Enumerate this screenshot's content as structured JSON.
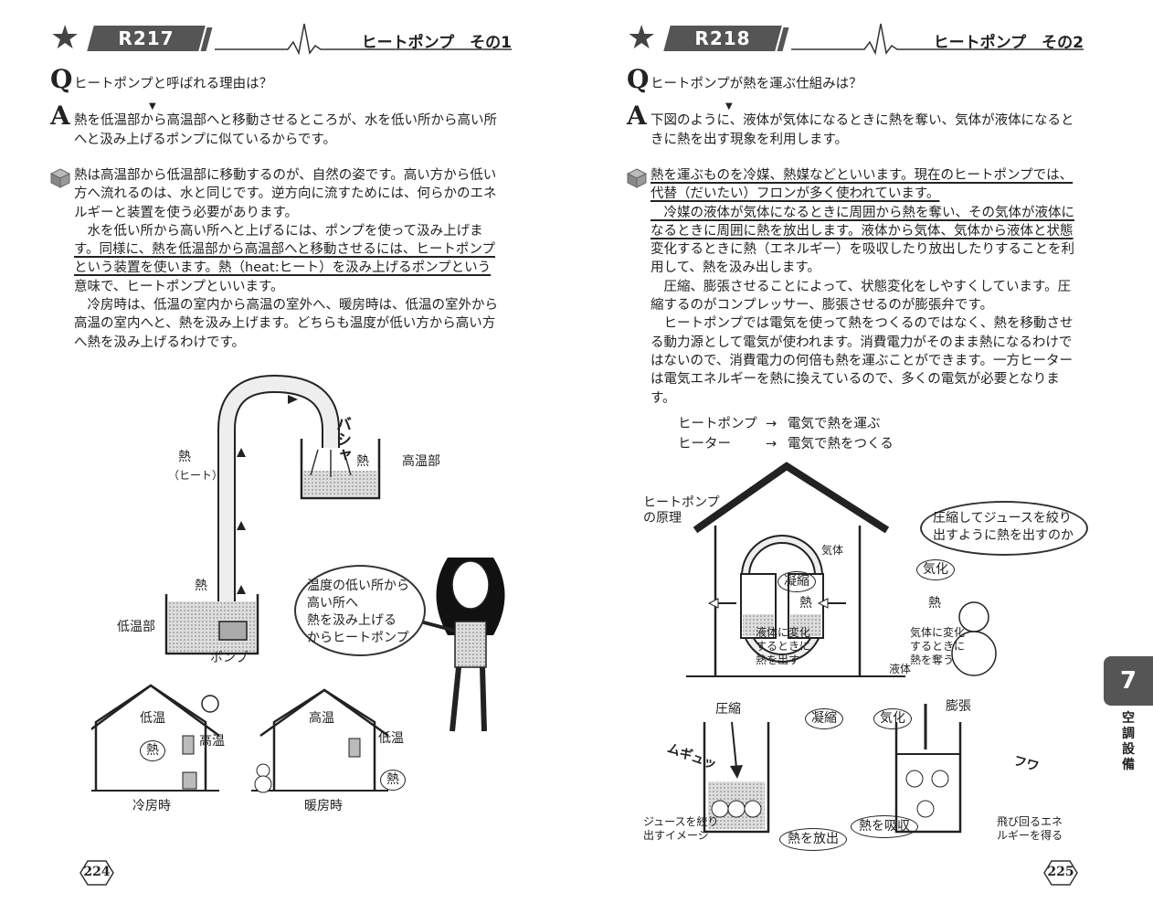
{
  "left": {
    "code": "R217",
    "title": "ヒートポンプ　その1",
    "q_label": "Q",
    "a_label": "A",
    "question": "ヒートポンプと呼ばれる理由は？",
    "answer_lines": [
      "熱を低温部から高温部へと移動させるところが、水を低い所から高い所",
      "へと汲み上げるポンプに似ているからです。"
    ],
    "body_lines": [
      "熱は高温部から低温部に移動するのが、自然の姿です。高い方から低い",
      "方へ流れるのは、水と同じです。逆方向に流すためには、何らかのエネ",
      "ルギーと装置を使う必要があります。",
      "　水を低い所から高い所へと上げるには、ポンプを使って汲み上げま",
      "す。同様に、熱を低温部から高温部へと移動させるには、ヒートポンプ",
      "という装置を使います。熱（heat:ヒート）を汲み上げるポンプという",
      "意味で、ヒートポンプといいます。",
      "　冷房時は、低温の室内から高温の室外へ、暖房時は、低温の室外から",
      "高温の室内へと、熱を汲み上げます。どちらも温度が低い方から高い方",
      "へ熱を汲み上げるわけです。"
    ],
    "diagram": {
      "heat": "熱",
      "heat_reading": "（ヒート）",
      "heat2": "熱",
      "heat3": "熱",
      "high_temp": "高温部",
      "low_temp": "低温部",
      "pump": "ポンプ",
      "splash": "バシャ",
      "bubble_lines": [
        "温度の低い所から",
        "高い所へ",
        "熱を汲み上げる",
        "からヒートポンプ"
      ],
      "cool_low": "低温",
      "cool_high": "高温",
      "cool_heat": "熱",
      "warm_high": "高温",
      "warm_low": "低温",
      "warm_heat": "熱",
      "cooling": "冷房時",
      "heating": "暖房時"
    },
    "page_number": "224"
  },
  "right": {
    "code": "R218",
    "title": "ヒートポンプ　その2",
    "q_label": "Q",
    "a_label": "A",
    "question": "ヒートポンプが熱を運ぶ仕組みは？",
    "answer_lines": [
      "下図のように、液体が気体になるときに熱を奪い、気体が液体になると",
      "きに熱を出す現象を利用します。"
    ],
    "body_lines": [
      "熱を運ぶものを冷媒、熱媒などといいます。現在のヒートポンプでは、",
      "代替（だいたい）フロンが多く使われています。",
      "　冷媒の液体が気体になるときに周囲から熱を奪い、その気体が液体に",
      "なるときに周囲に熱を放出します。液体から気体、気体から液体と状態",
      "変化するときに熱（エネルギー）を吸収したり放出したりすることを利",
      "用して、熱を汲み出します。",
      "　圧縮、膨張させることによって、状態変化をしやすくしています。圧",
      "縮するのがコンプレッサー、膨張させるのが膨張弁です。",
      "　ヒートポンプでは電気を使って熱をつくるのではなく、熱を移動させ",
      "る動力源として電気が使われます。消費電力がそのまま熱になるわけで",
      "はないので、消費電力の何倍も熱を運ぶことができます。一方ヒーター",
      "は電気エネルギーを熱に換えているので、多くの電気が必要となりま",
      "す。"
    ],
    "compare": [
      {
        "left": "ヒートポンプ",
        "arrow": "→",
        "right": "電気で熱を運ぶ"
      },
      {
        "left": "ヒーター",
        "arrow": "→",
        "right": "電気で熱をつくる"
      }
    ],
    "diagram": {
      "principle": [
        "ヒートポンプ",
        "の原理"
      ],
      "bubble_lines": [
        "圧縮してジュースを絞り",
        "出すように熱を出すのか"
      ],
      "gas": "気体",
      "liquid": "液体",
      "condense": "凝縮",
      "evaporate": "気化",
      "heat_out": "熱",
      "heat_in": "熱",
      "release_lines": [
        "液体に変化",
        "するときに",
        "熱を出す"
      ],
      "absorb_lines": [
        "気体に変化",
        "するときに",
        "熱を奪う"
      ],
      "compress": "圧縮",
      "condense2": "凝縮",
      "evaporate2": "気化",
      "expand": "膨張",
      "squeeze": "ムギュッ",
      "juice_lines": [
        "ジュースを絞り",
        "出すイメージ"
      ],
      "release_heat": "熱を放出",
      "absorb_heat": "熱を吸収",
      "fly_lines": [
        "飛び回るエネ",
        "ルギーを得る"
      ],
      "fly_sfx": "フワ"
    },
    "page_number": "225"
  },
  "chapter": {
    "number": "7",
    "label": "空調設備"
  }
}
